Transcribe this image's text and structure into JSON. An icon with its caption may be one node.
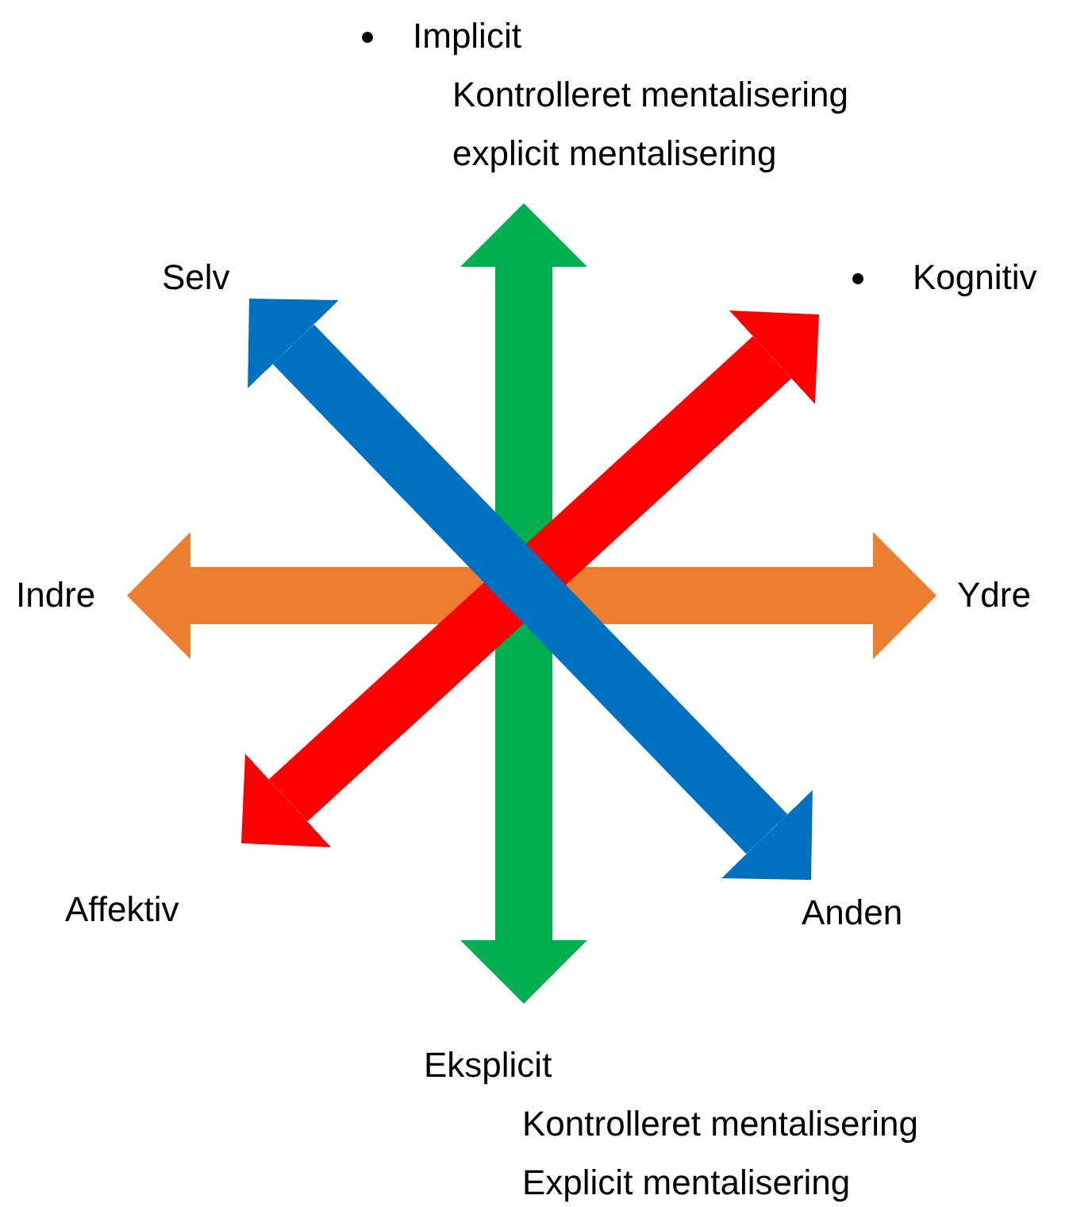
{
  "diagram": {
    "nodes": [
      {
        "text": [
          "Implicit",
          "Kontrolleret mentalisering",
          "explicit mentalisering"
        ]
      },
      {
        "text": [
          "Selv"
        ]
      },
      {
        "text": [
          "Kognitiv"
        ]
      },
      {
        "text": [
          "Indre"
        ]
      },
      {
        "text": [
          "Ydre"
        ]
      },
      {
        "text": [
          "Affektiv"
        ]
      },
      {
        "text": [
          "Anden"
        ]
      },
      {
        "text": [
          "Eksplicit",
          "Kontrolleret mentalisering",
          "Explicit mentalisering"
        ]
      }
    ],
    "edges": [
      {
        "from": 0,
        "to": 7,
        "arrow": "both",
        "color": "#00b050"
      },
      {
        "from": 3,
        "to": 4,
        "arrow": "both",
        "color": "#ed7d31"
      },
      {
        "from": 2,
        "to": 5,
        "arrow": "both",
        "color": "#ff0000"
      },
      {
        "from": 1,
        "to": 6,
        "arrow": "both",
        "color": "#0070c0"
      }
    ]
  }
}
